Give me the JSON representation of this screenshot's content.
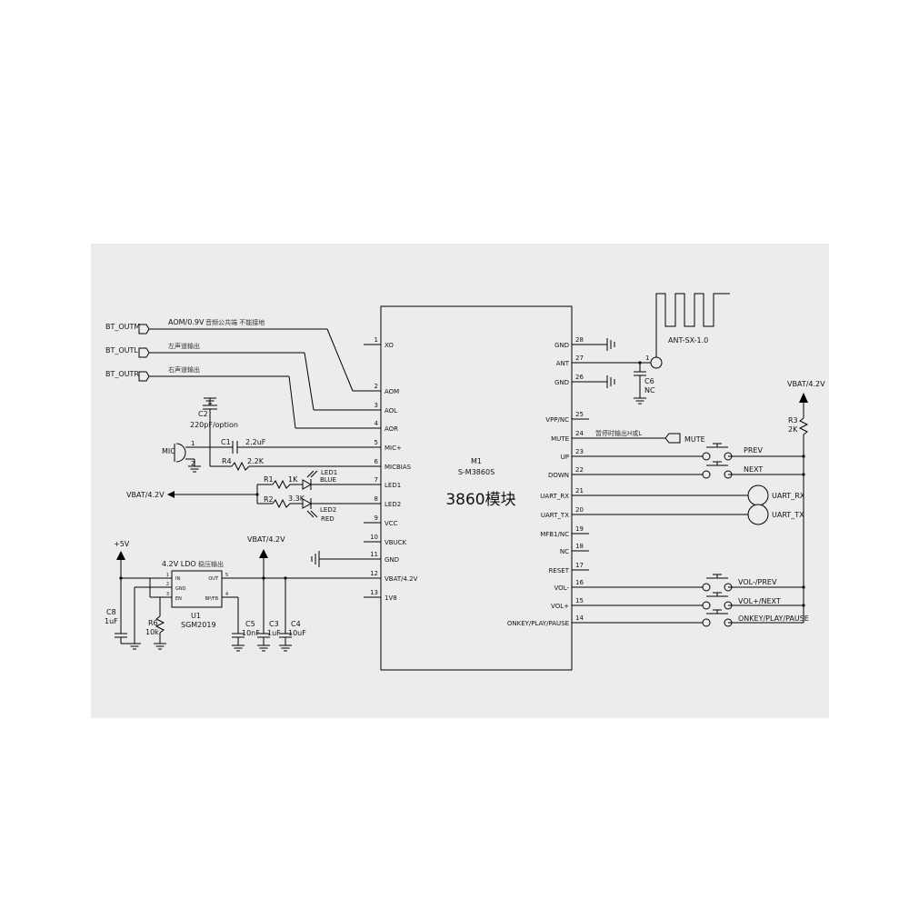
{
  "module": {
    "ref": "M1",
    "part": "S-M3860S",
    "title": "3860模块",
    "left_pins": [
      {
        "num": "1",
        "name": "XO"
      },
      {
        "num": "2",
        "name": "AOM"
      },
      {
        "num": "3",
        "name": "AOL"
      },
      {
        "num": "4",
        "name": "AOR"
      },
      {
        "num": "5",
        "name": "MIC+"
      },
      {
        "num": "6",
        "name": "MICBIAS"
      },
      {
        "num": "7",
        "name": "LED1"
      },
      {
        "num": "8",
        "name": "LED2"
      },
      {
        "num": "9",
        "name": "VCC"
      },
      {
        "num": "10",
        "name": "VBUCK"
      },
      {
        "num": "11",
        "name": "GND"
      },
      {
        "num": "12",
        "name": "VBAT/4.2V"
      },
      {
        "num": "13",
        "name": "1V8"
      }
    ],
    "right_pins": [
      {
        "num": "28",
        "name": "GND"
      },
      {
        "num": "27",
        "name": "ANT"
      },
      {
        "num": "26",
        "name": "GND"
      },
      {
        "num": "25",
        "name": "VPP/NC"
      },
      {
        "num": "24",
        "name": "MUTE"
      },
      {
        "num": "23",
        "name": "UP"
      },
      {
        "num": "22",
        "name": "DOWN"
      },
      {
        "num": "21",
        "name": "UART_RX"
      },
      {
        "num": "20",
        "name": "UART_TX"
      },
      {
        "num": "19",
        "name": "MFB1/NC"
      },
      {
        "num": "18",
        "name": "NC"
      },
      {
        "num": "17",
        "name": "RESET"
      },
      {
        "num": "16",
        "name": "VOL-"
      },
      {
        "num": "15",
        "name": "VOL+"
      },
      {
        "num": "14",
        "name": "ONKEY/PLAY/PAUSE"
      }
    ]
  },
  "ports": {
    "bt_outm": "BT_OUTM",
    "bt_outl": "BT_OUTL",
    "bt_outr": "BT_OUTR",
    "aom_note": "AOM/0.9V",
    "aom_note_cn": "音频公共端 不能接地",
    "left_note_cn": "左声道输出",
    "right_note_cn": "右声道输出",
    "mute_note_cn": "暂停时输出H或L",
    "mute": "MUTE",
    "uart_rx": "UART_RX",
    "uart_tx": "UART_TX",
    "vbat_left": "VBAT/4.2V",
    "vbat_ldo": "VBAT/4.2V",
    "vbat_right": "VBAT/4.2V",
    "plus5v": "+5V"
  },
  "components": {
    "c2_ref": "C2",
    "c2_val": "220pF/option",
    "c1_ref": "C1",
    "c1_val": "2.2uF",
    "r4_ref": "R4",
    "r4_val": "2.2K",
    "mic": "MIC",
    "mic_pin1": "1",
    "mic_pin2": "2",
    "r1_ref": "R1",
    "r1_val": "1K",
    "r2_ref": "R2",
    "r2_val": "3.3K",
    "led1": "LED1",
    "led1_color": "BLUE",
    "led2": "LED2",
    "led2_color": "RED",
    "ant": "ANT-SX-1.0",
    "ant_pin": "1",
    "c6_ref": "C6",
    "c6_val": "NC",
    "r3_ref": "R3",
    "r3_val": "2K",
    "ldo_label": "4.2V LDO",
    "ldo_note_cn": "稳压输出",
    "u1_ref": "U1",
    "u1_part": "SGM2019",
    "u1_pins": [
      {
        "num": "1",
        "name": "IN"
      },
      {
        "num": "2",
        "name": "GND"
      },
      {
        "num": "3",
        "name": "EN"
      },
      {
        "num": "5",
        "name": "OUT"
      },
      {
        "num": "4",
        "name": "BP/FB"
      }
    ],
    "c8_ref": "C8",
    "c8_val": "1uF",
    "r6_ref": "R6",
    "r6_val": "10k",
    "c5_ref": "C5",
    "c5_val": "10nF",
    "c3_ref": "C3",
    "c3_val": "1uF",
    "c4_ref": "C4",
    "c4_val": "10uF"
  },
  "buttons": {
    "prev": "PREV",
    "next": "NEXT",
    "vol_prev": "VOL-/PREV",
    "vol_next": "VOL+/NEXT",
    "onkey": "ONKEY/PLAY/PAUSE"
  }
}
